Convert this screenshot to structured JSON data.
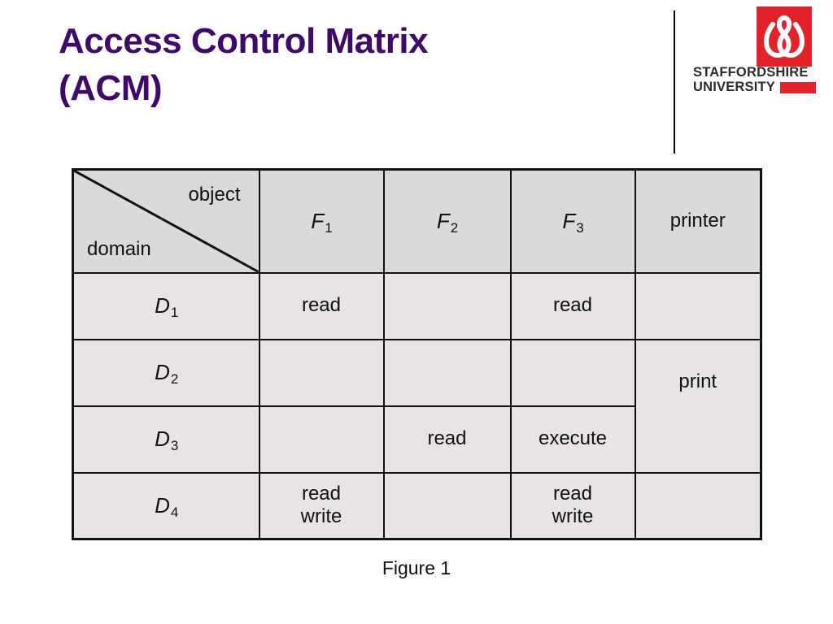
{
  "slide": {
    "title": "Access Control Matrix\n(ACM)",
    "title_color": "#3d0a68",
    "figure_caption": "Figure 1"
  },
  "logo": {
    "wordmark_line1": "STAFFORDSHIRE",
    "wordmark_line2": "UNIVERSITY",
    "brand_red": "#e1232c",
    "emblem_name": "staffordshire-knot-emblem"
  },
  "matrix": {
    "corner": {
      "object_label": "object",
      "domain_label": "domain"
    },
    "columns": [
      "F1",
      "F2",
      "F3",
      "printer"
    ],
    "column_labels": [
      {
        "base": "F",
        "sub": "1",
        "italic": true,
        "plain": ""
      },
      {
        "base": "F",
        "sub": "2",
        "italic": true,
        "plain": ""
      },
      {
        "base": "F",
        "sub": "3",
        "italic": true,
        "plain": ""
      },
      {
        "base": "",
        "sub": "",
        "italic": false,
        "plain": "printer"
      }
    ],
    "rows": [
      {
        "label_base": "D",
        "label_sub": "1",
        "cells": [
          "read",
          "",
          "read",
          ""
        ]
      },
      {
        "label_base": "D",
        "label_sub": "2",
        "cells": [
          "",
          "",
          "",
          "print"
        ]
      },
      {
        "label_base": "D",
        "label_sub": "3",
        "cells": [
          "",
          "read",
          "execute",
          ""
        ]
      },
      {
        "label_base": "D",
        "label_sub": "4",
        "cells": [
          "read\nwrite",
          "",
          "read\nwrite",
          ""
        ]
      }
    ],
    "header_bg": "#dcd9dd",
    "cell_bg": "#e7e3e7",
    "border_color": "#111111"
  }
}
